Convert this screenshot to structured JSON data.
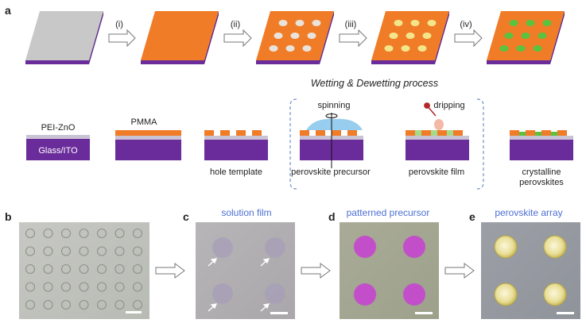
{
  "panel_labels": {
    "a": "a",
    "b": "b",
    "c": "c",
    "d": "d",
    "e": "e"
  },
  "steps": [
    "(i)",
    "(ii)",
    "(iii)",
    "(iv)"
  ],
  "process_title": "Wetting & Dewetting process",
  "layer_labels": {
    "top": "PEI-ZnO",
    "bottom": "Glass/ITO",
    "pmma": "PMMA"
  },
  "stage_labels": {
    "hole_template": "hole template",
    "perovskite_precursor": "perovskite precursor",
    "perovskite_film": "perovskite film",
    "crystalline_line1": "crystalline",
    "crystalline_line2": "perovskites"
  },
  "actions": {
    "spinning": "spinning",
    "dripping": "dripping"
  },
  "micrograph_titles": {
    "c": "solution film",
    "d": "patterned precursor",
    "e": "perovskite array"
  },
  "colors": {
    "substrate_gray": "#c8c8c8",
    "pmma_orange": "#f07c28",
    "glass_purple": "#6a2c9a",
    "zno_gray": "#c9c3d3",
    "dot_white": "#e9e3dc",
    "dot_yellow": "#f3e68a",
    "dot_green": "#59c23e",
    "title_blue": "#4c6fd3",
    "dashed_blue": "#7090c8",
    "precursor_pink": "#c24fc9"
  }
}
